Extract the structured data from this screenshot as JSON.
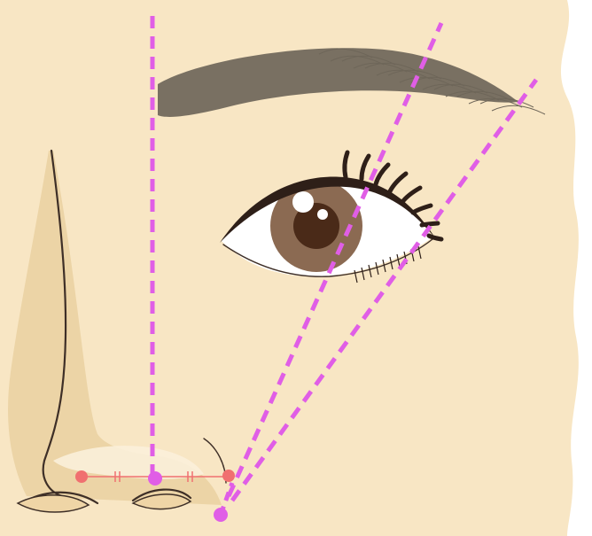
{
  "illustration": {
    "subject": "eyebrow-proportion-guide",
    "colors": {
      "skin": "#f8e6c4",
      "skin_shadow": "#efd5a6",
      "nose_shadow": "#e9cf9f",
      "background_edge": "#ffffff",
      "outline": "#3e2f27",
      "brow": "#6e6659",
      "iris": "#8b6a52",
      "pupil": "#4a2a18",
      "guide_line": "#e05ee6",
      "anchor_dot": "#f07070",
      "eyelash": "#2e1f18"
    },
    "guides": [
      {
        "name": "brow-start",
        "from": "nose-wing-center",
        "direction": "vertical"
      },
      {
        "name": "brow-arch",
        "from": "nose-wing-outer",
        "direction": "through-iris"
      },
      {
        "name": "brow-tail",
        "from": "nose-wing-outer",
        "direction": "through-outer-eye-corner"
      }
    ],
    "markers": [
      "nose-wing-inner",
      "nose-wing-center",
      "nose-wing-outer",
      "lip-corner"
    ],
    "equal_segment_ticks": 2
  }
}
